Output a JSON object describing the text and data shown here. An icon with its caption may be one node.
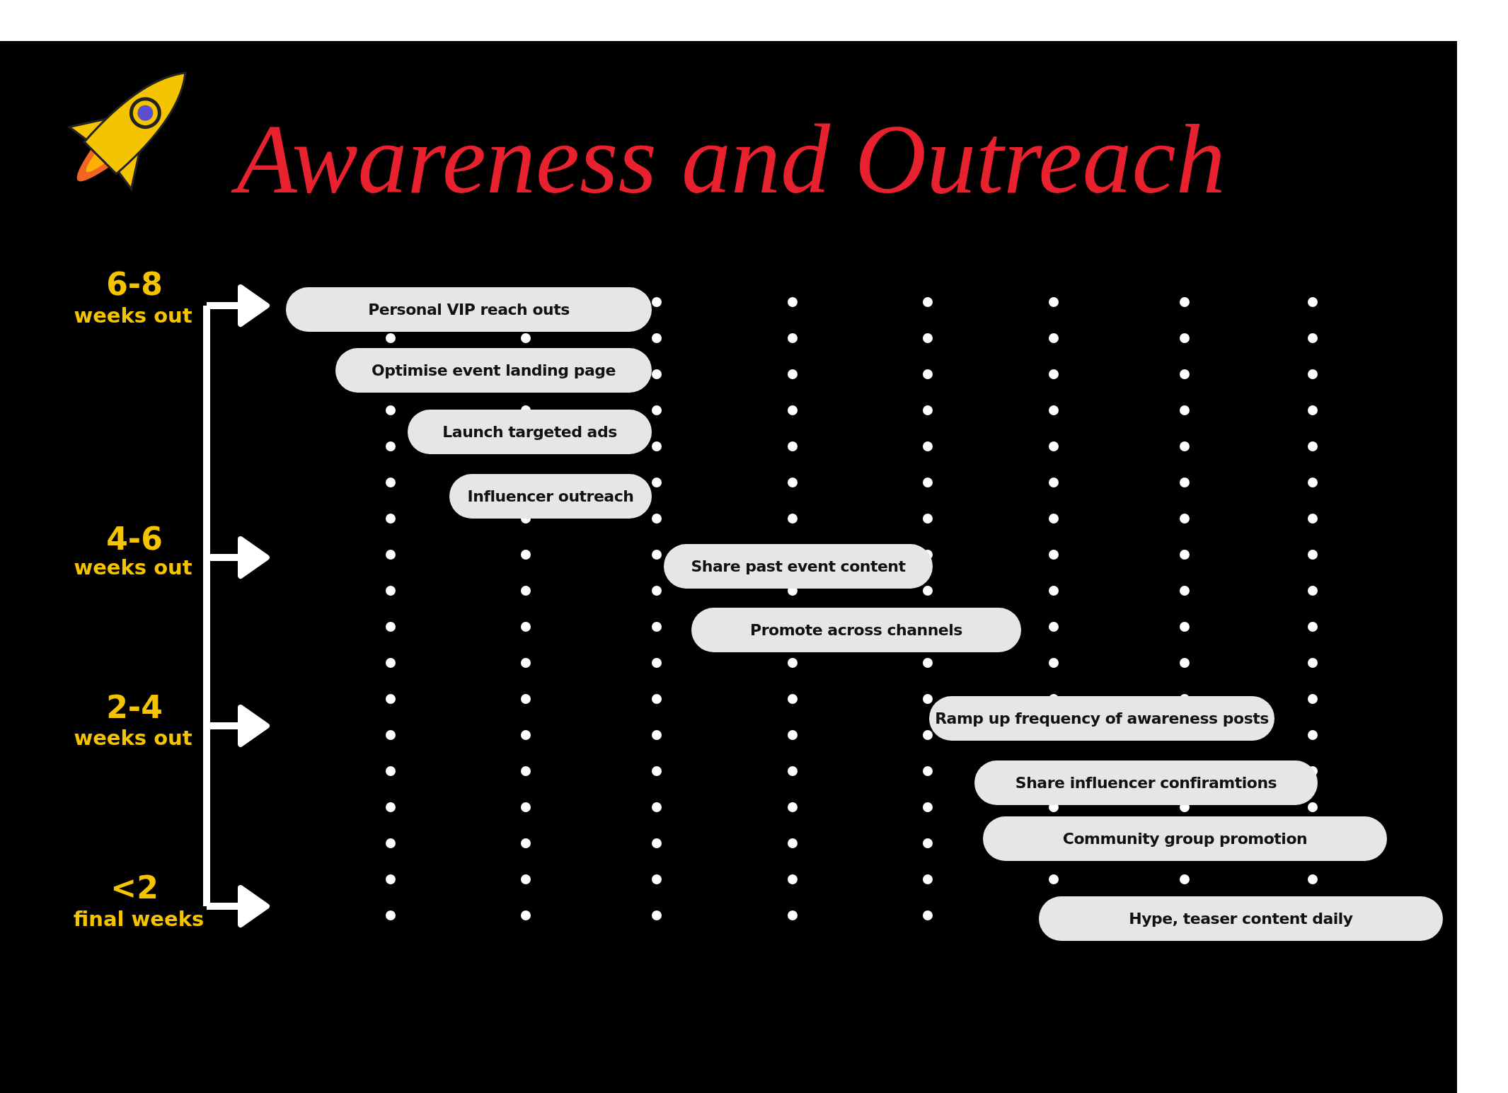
{
  "diagram": {
    "title": "Awareness and Outreach",
    "nodes": [
      {
        "text": [
          "Personal VIP reach outs"
        ]
      },
      {
        "text": [
          "Optimise event landing page"
        ]
      },
      {
        "text": [
          "Launch targeted ads"
        ]
      },
      {
        "text": [
          "Influencer outreach"
        ]
      },
      {
        "text": [
          "Share past event content"
        ]
      },
      {
        "text": [
          "Promote across channels"
        ]
      },
      {
        "text": [
          "Ramp up frequency of awareness posts"
        ]
      },
      {
        "text": [
          "Share influencer confiramtions"
        ]
      },
      {
        "text": [
          "Community group promotion"
        ]
      },
      {
        "text": [
          "Hype, teaser content daily"
        ]
      }
    ],
    "labels": [
      "6-8",
      "weeks out",
      "4-6",
      "weeks out",
      "2-4",
      "weeks out",
      "<2",
      "final weeks"
    ]
  }
}
